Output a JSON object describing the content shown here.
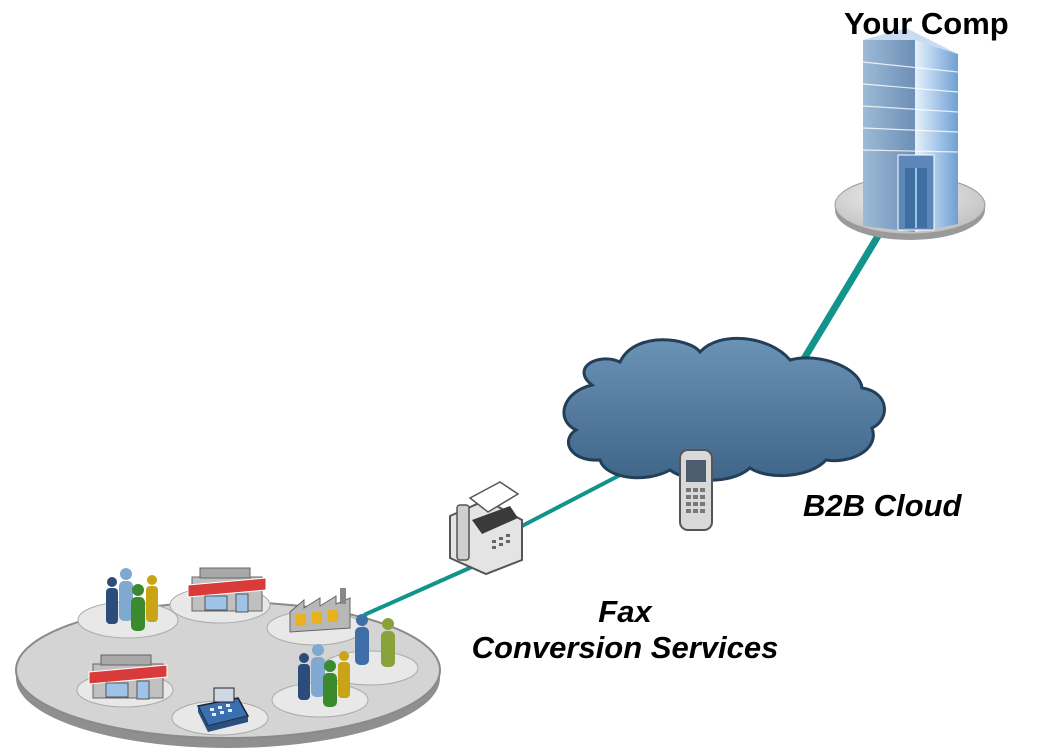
{
  "labels": {
    "company": "Your Comp",
    "cloud": "B2B Cloud",
    "fax_line1": "Fax",
    "fax_line2": "Conversion Services"
  },
  "colors": {
    "connector": "#10948c",
    "cloud_fill": "#547ea0",
    "cloud_stroke": "#233f58",
    "platform": "#d4d4d4",
    "platform_edge": "#8a8a8a",
    "awning": "#d93a3a"
  },
  "icons": [
    "building-icon",
    "cloud-icon",
    "mobile-phone-icon",
    "fax-machine-icon",
    "people-group-icon",
    "store-icon",
    "factory-icon",
    "handshake-icon",
    "cash-register-icon"
  ]
}
